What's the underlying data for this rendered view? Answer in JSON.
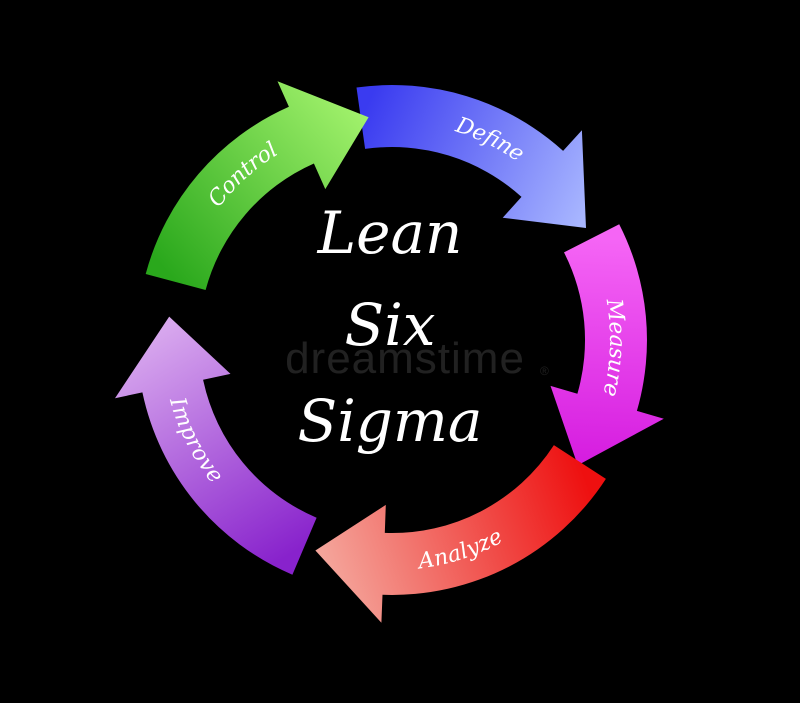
{
  "diagram": {
    "center_title_lines": [
      "Lean",
      "Six",
      "Sigma"
    ],
    "watermark": "dreamstime",
    "watermark_mark": "®",
    "stages": [
      {
        "id": "define",
        "label": "Define",
        "color_start": "#3a3bf0",
        "color_end": "#a8b6ff"
      },
      {
        "id": "measure",
        "label": "Measure",
        "color_start": "#f565f5",
        "color_end": "#d61ee0"
      },
      {
        "id": "analyze",
        "label": "Analyze",
        "color_start": "#ee1010",
        "color_end": "#f4a49a"
      },
      {
        "id": "improve",
        "label": "Improve",
        "color_start": "#8822cc",
        "color_end": "#d8a8ee"
      },
      {
        "id": "control",
        "label": "Control",
        "color_start": "#2aa81c",
        "color_end": "#9ff06a"
      }
    ]
  }
}
